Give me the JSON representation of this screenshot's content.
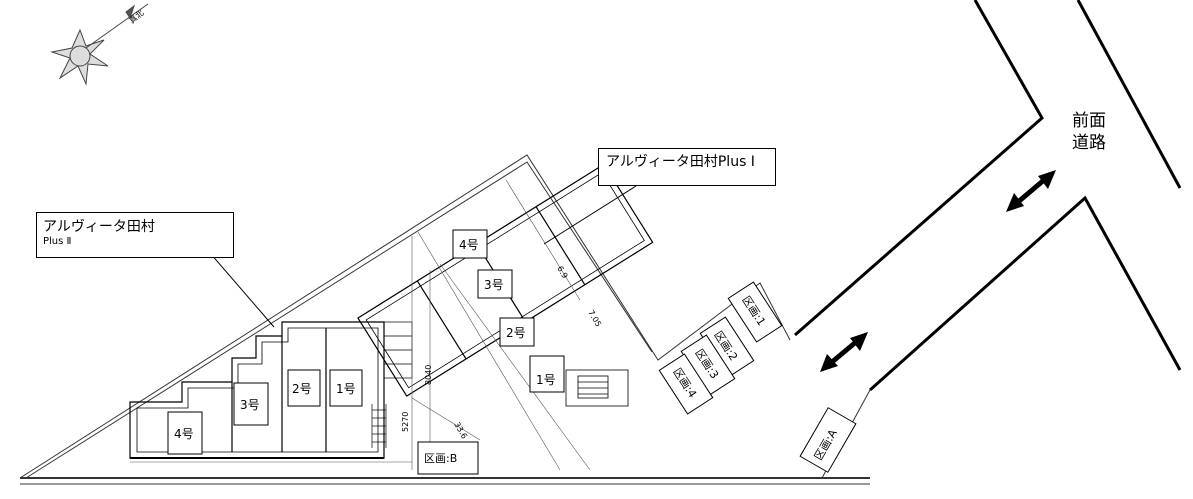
{
  "callouts": {
    "plus1": "アルヴィータ田村Plus Ⅰ",
    "plus2_line1": "アルヴィータ田村",
    "plus2_line2": "Plus Ⅱ"
  },
  "road": {
    "line1": "前面",
    "line2": "道路"
  },
  "building_plus1": {
    "units": [
      "4号",
      "3号",
      "2号",
      "1号"
    ]
  },
  "building_plus2": {
    "units": [
      "4号",
      "3号",
      "2号",
      "1号"
    ]
  },
  "parking": {
    "lots": [
      "区画:1",
      "区画:2",
      "区画:3",
      "区画:4"
    ],
    "lot_a": "区画:A",
    "lot_b": "区画:B"
  },
  "dimensions": [
    "8040",
    "5270",
    "33.6",
    "6.9",
    "7.05"
  ],
  "north_marker": "真北"
}
